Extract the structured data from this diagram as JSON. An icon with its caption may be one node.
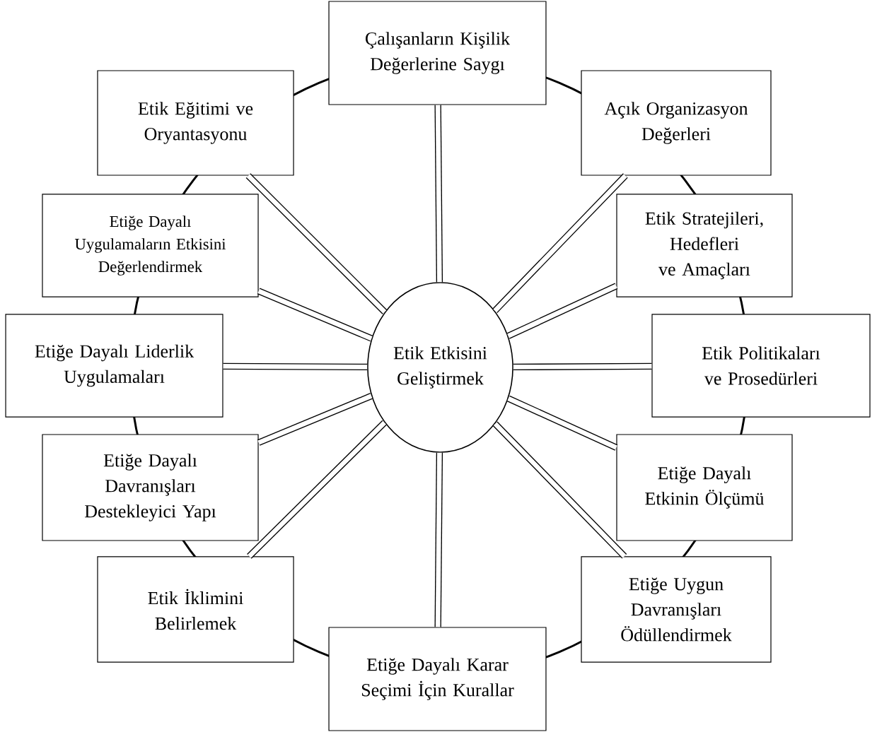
{
  "diagram": {
    "nodes": [
      {
        "text": [
          "Etik Etkisini Geliştirmek"
        ]
      },
      {
        "text": [
          "Çalışanların Kişilik Değerlerine Saygı"
        ]
      },
      {
        "text": [
          "Açık Organizasyon Değerleri"
        ]
      },
      {
        "text": [
          "Etik Stratejileri, Hedefleri ve Amaçları"
        ]
      },
      {
        "text": [
          "Etik Politikaları ve Prosedürleri"
        ]
      },
      {
        "text": [
          "Etiğe Dayalı Etkinin Ölçümü"
        ]
      },
      {
        "text": [
          "Etiğe Uygun Davranışları Ödüllendirmek"
        ]
      },
      {
        "text": [
          "Etiğe Dayalı Karar Seçimi İçin Kurallar"
        ]
      },
      {
        "text": [
          "Etik İklimini Belirlemek"
        ]
      },
      {
        "text": [
          "Etiğe Dayalı Davranışları Destekleyici Yapı"
        ]
      },
      {
        "text": [
          "Etiğe Dayalı Liderlik Uygulamaları"
        ]
      },
      {
        "text": [
          "Etiğe Dayalı Uygulamaların Etkisini Değerlendirmek"
        ]
      },
      {
        "text": [
          "Etik Eğitimi ve Oryantasyonu"
        ]
      }
    ],
    "edges": [
      {
        "from": 0,
        "to": 1,
        "arrow": "none"
      },
      {
        "from": 0,
        "to": 2,
        "arrow": "none"
      },
      {
        "from": 0,
        "to": 3,
        "arrow": "none"
      },
      {
        "from": 0,
        "to": 4,
        "arrow": "none"
      },
      {
        "from": 0,
        "to": 5,
        "arrow": "none"
      },
      {
        "from": 0,
        "to": 6,
        "arrow": "none"
      },
      {
        "from": 0,
        "to": 7,
        "arrow": "none"
      },
      {
        "from": 0,
        "to": 8,
        "arrow": "none"
      },
      {
        "from": 0,
        "to": 9,
        "arrow": "none"
      },
      {
        "from": 0,
        "to": 10,
        "arrow": "none"
      },
      {
        "from": 0,
        "to": 11,
        "arrow": "none"
      },
      {
        "from": 0,
        "to": 12,
        "arrow": "none"
      }
    ]
  }
}
